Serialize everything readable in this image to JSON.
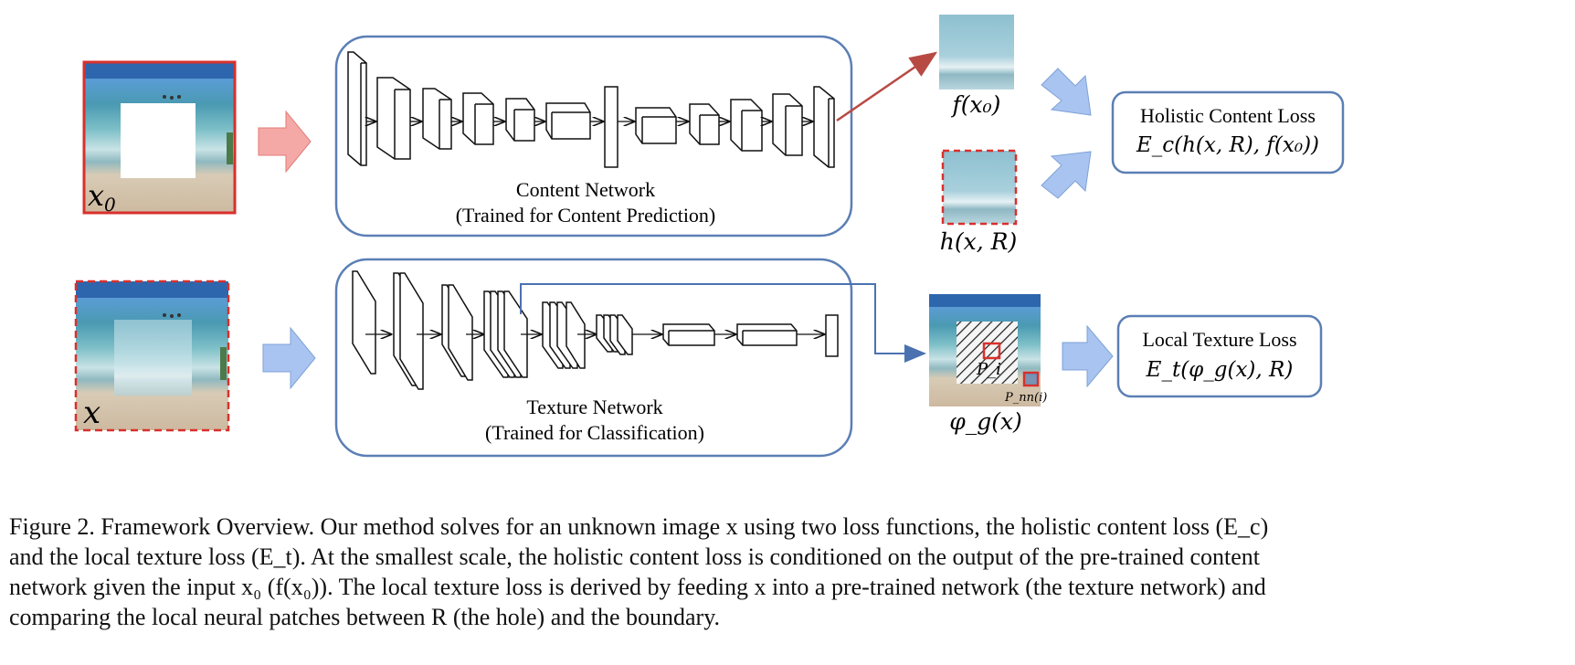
{
  "content_network": {
    "title": "Content Network",
    "subtitle": "(Trained for Content Prediction)"
  },
  "texture_network": {
    "title": "Texture Network",
    "subtitle": "(Trained for Classification)"
  },
  "labels": {
    "x0": "x",
    "x0_sub": "0",
    "x": "x",
    "f_x0": "f(x₀)",
    "h_xR": "h(x, R)",
    "phi_g_x": "φ_g(x)",
    "p_i": "P_i",
    "p_nn": "P_nn(i)"
  },
  "losses": {
    "holistic_title": "Holistic Content Loss",
    "holistic_formula": "E_c(h(x, R), f(x₀))",
    "local_title": "Local Texture Loss",
    "local_formula": "E_t(φ_g(x), R)"
  },
  "caption": {
    "lines": [
      "Figure 2. Framework Overview. Our method solves for an unknown image x using two loss functions, the holistic content loss (E_c)",
      "and the local texture loss (E_t). At the smallest scale, the holistic content loss is conditioned on the output of the pre-trained content",
      "network given the input x₀ (f(x₀)). The local texture loss is derived by feeding x into a pre-trained network (the texture network) and",
      "comparing the local neural patches between R (the hole) and the boundary."
    ]
  },
  "colors": {
    "box_border": "#5b7fb5",
    "red_border": "#d9302c",
    "red_arrow": "#f4a9a6",
    "blue_arrow": "#a9c4f0",
    "connector_red": "#b84a44",
    "connector_blue": "#4a72b0"
  }
}
